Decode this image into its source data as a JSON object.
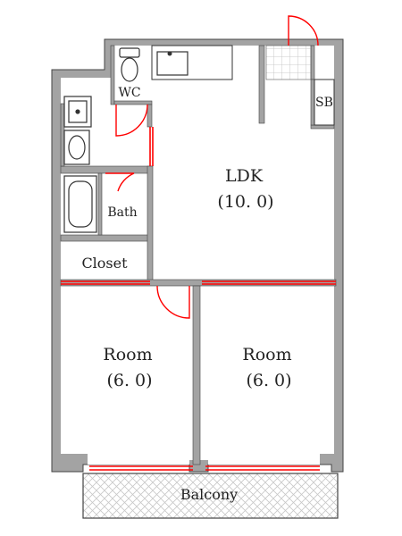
{
  "colors": {
    "wall": "#a3a3a3",
    "wall_edge": "#444444",
    "floor": "#ffffff",
    "door": "#ff0000",
    "fixture": "#333333",
    "balcony_hatch": "#c8c8c8"
  },
  "rooms": {
    "ldk": {
      "name": "LDK",
      "size": "(10. 0)"
    },
    "room_left": {
      "name": "Room",
      "size": "(6. 0)"
    },
    "room_right": {
      "name": "Room",
      "size": "(6. 0)"
    },
    "wc": {
      "name": "WC"
    },
    "bath": {
      "name": "Bath"
    },
    "closet": {
      "name": "Closet"
    },
    "shoe_box": {
      "name": "SB"
    },
    "balcony": {
      "name": "Balcony"
    }
  }
}
